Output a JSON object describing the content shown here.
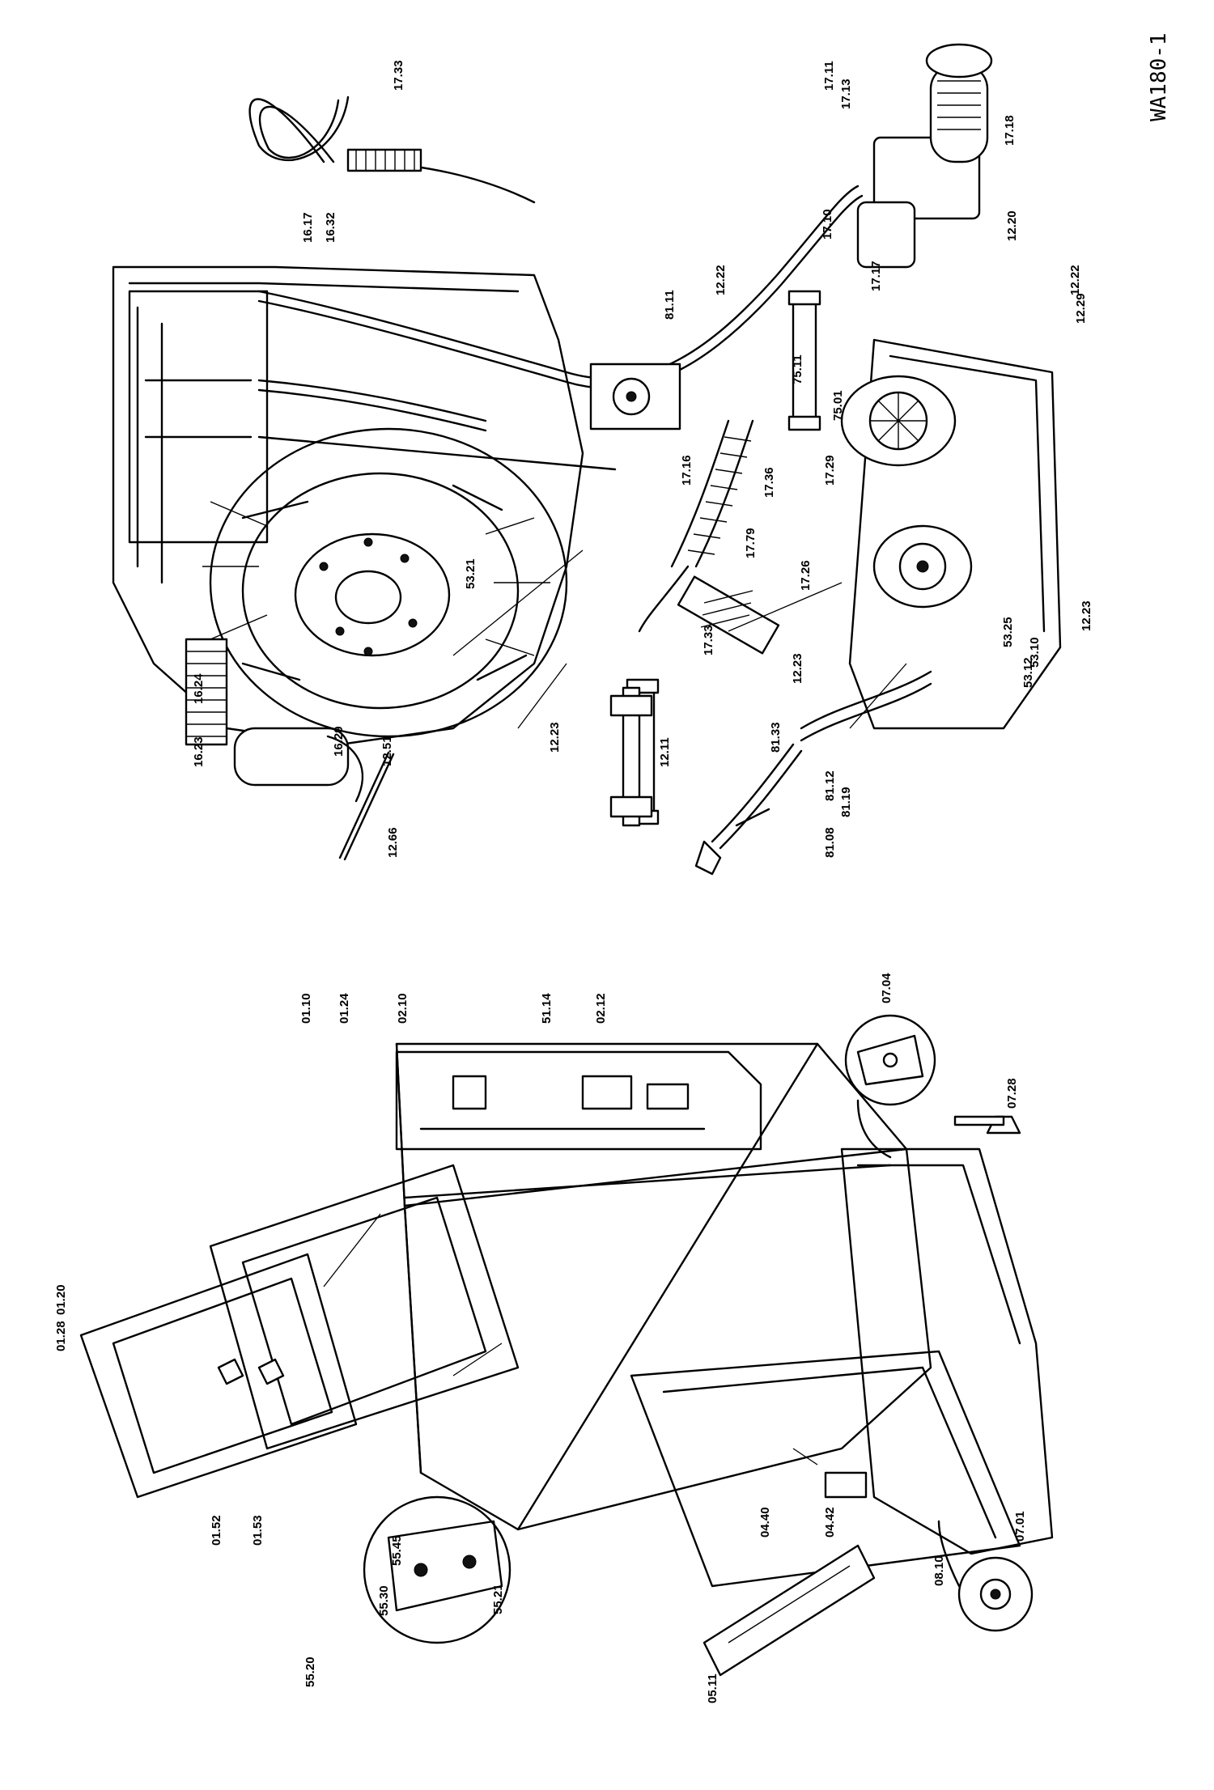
{
  "document": {
    "drawing_id": "WA180-1"
  },
  "left_view": {
    "labels": [
      "01.28",
      "01.20",
      "01.52",
      "01.53",
      "55.20",
      "55.30",
      "55.45",
      "55.21",
      "01.10",
      "01.24",
      "02.10",
      "51.14",
      "02.12",
      "07.04",
      "07.28",
      "04.40",
      "04.42",
      "05.11",
      "08.10",
      "07.01"
    ]
  },
  "right_view": {
    "labels": [
      "17.33",
      "16.17",
      "16.32",
      "17.11",
      "17.13",
      "17.18",
      "17.10",
      "12.20",
      "12.22",
      "12.22",
      "12.29",
      "81.11",
      "75.11",
      "75.01",
      "17.17",
      "17.29",
      "17.16",
      "17.36",
      "17.79",
      "17.26",
      "53.21",
      "16.24",
      "16.23",
      "16.29",
      "12.51",
      "12.66",
      "12.23",
      "12.11",
      "12.23",
      "17.33",
      "81.33",
      "81.12",
      "81.19",
      "81.08",
      "53.25",
      "53.12",
      "53.10",
      "12.23"
    ]
  }
}
